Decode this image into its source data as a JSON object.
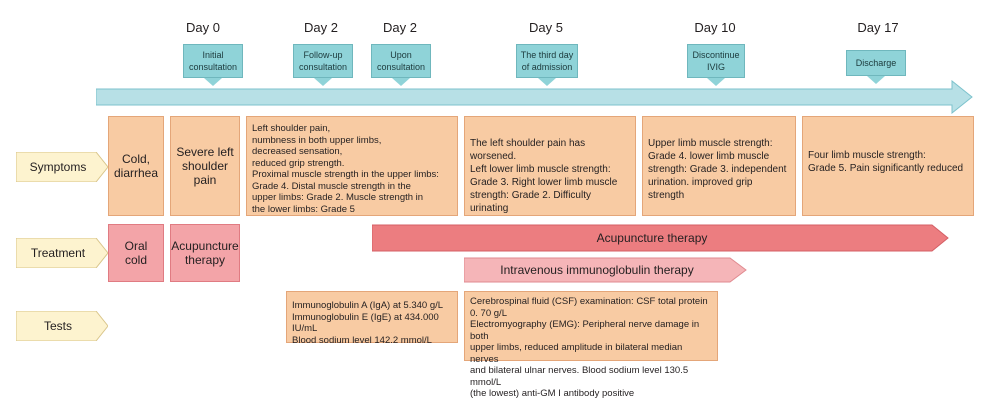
{
  "timeline": {
    "days": [
      "Day 0",
      "Day 2",
      "Day 2",
      "Day 5",
      "Day 10",
      "Day 17"
    ],
    "markers": [
      "Initial\nconsultation",
      "Follow-up\nconsultation",
      "Upon\nconsultation",
      "The third day\nof admission",
      "Discontinue\nIVIG",
      "Discharge"
    ]
  },
  "rows": {
    "symptoms": "Symptoms",
    "treatment": "Treatment",
    "tests": "Tests"
  },
  "symptoms": [
    "Cold,\ndiarrhea",
    "Severe left\nshoulder\npain",
    "Left shoulder pain,\nnumbness in both upper limbs,\ndecreased sensation,\nreduced grip strength.\nProximal muscle strength in the upper limbs:\nGrade 4. Distal muscle strength in the\nupper limbs: Grade 2. Muscle strength in\nthe lower limbs: Grade 5",
    "The left shoulder pain has worsened.\nLeft lower limb muscle strength:\nGrade 3. Right lower limb muscle\nstrength: Grade 2. Difficulty urinating",
    "Upper limb muscle strength:\nGrade 4. lower limb muscle\nstrength: Grade 3. independent\nurination.  improved grip strength",
    "Four limb muscle strength:\nGrade 5. Pain significantly reduced"
  ],
  "treatment": {
    "boxes": [
      "Oral\ncold",
      "Acupuncture\ntherapy"
    ],
    "acupuncture_bar": "Acupuncture therapy",
    "ivig_bar": "Intravenous immunoglobulin therapy"
  },
  "tests": [
    "Immunoglobulin A (IgA) at 5.340 g/L\nImmunoglobulin E (IgE) at 434.000 IU/mL\nBlood sodium level 142.2 mmol/L",
    "Cerebrospinal fluid (CSF) examination: CSF total protein 0. 70 g/L\nElectromyography (EMG): Peripheral nerve damage in both\nupper  limbs, reduced amplitude in bilateral median nerves\nand bilateral ulnar nerves.  Blood sodium level 130.5 mmol/L\n(the lowest)  anti-GM I antibody positive"
  ],
  "colors": {
    "marker": "#8fd3d8",
    "symptom_box": "#f8cba3",
    "treatment": "#f3a4a8",
    "acupuncture_bar": "#ec7d80",
    "ivig_bar": "#f5b5b8",
    "tag": "#fdf3cf"
  }
}
